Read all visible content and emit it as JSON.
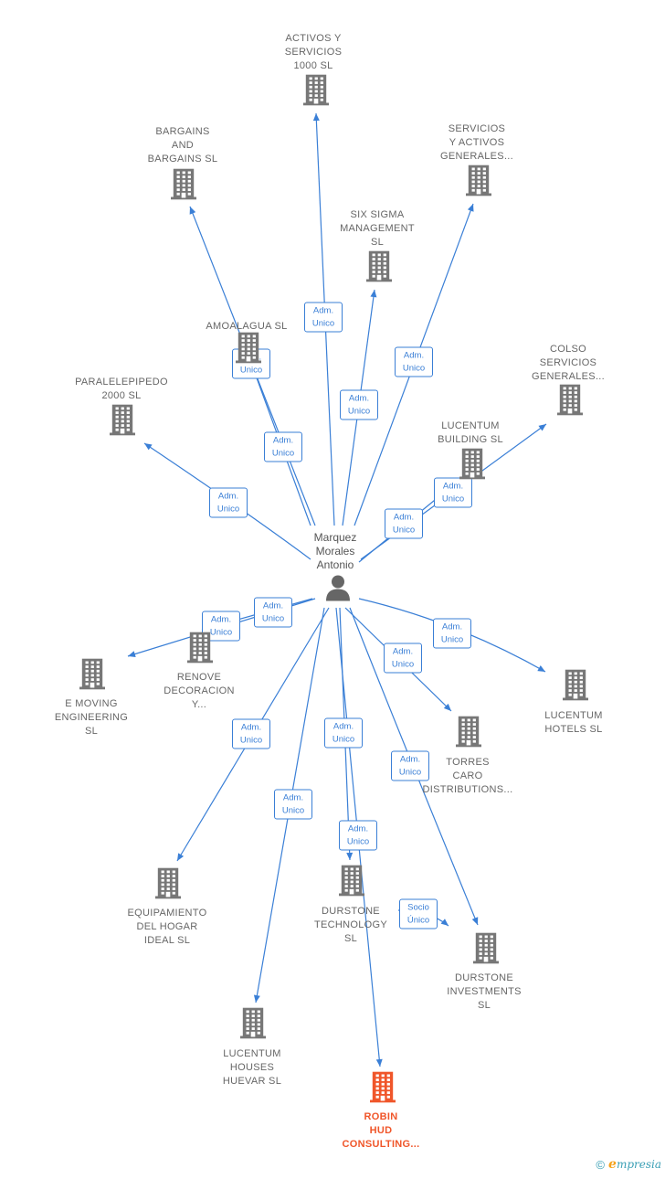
{
  "center": {
    "label": "Marquez\nMorales\nAntonio",
    "icon": "person-icon"
  },
  "nodes": [
    {
      "id": "activos",
      "label": "ACTIVOS Y\nSERVICIOS\n1000  SL",
      "icon": "building-icon"
    },
    {
      "id": "bargains",
      "label": "BARGAINS\nAND\nBARGAINS  SL",
      "icon": "building-icon"
    },
    {
      "id": "servicios_activos",
      "label": "SERVICIOS\nY ACTIVOS\nGENERALES...",
      "icon": "building-icon"
    },
    {
      "id": "six_sigma",
      "label": "SIX SIGMA\nMANAGEMENT\nSL",
      "icon": "building-icon"
    },
    {
      "id": "amoalagua",
      "label": "AMOALAGUA SL",
      "icon": "building-icon"
    },
    {
      "id": "paralelepipedo",
      "label": "PARALELEPIPEDO\n2000  SL",
      "icon": "building-icon"
    },
    {
      "id": "colso",
      "label": "COLSO\nSERVICIOS\nGENERALES...",
      "icon": "building-icon"
    },
    {
      "id": "lucentum_building",
      "label": "LUCENTUM\nBUILDING SL",
      "icon": "building-icon"
    },
    {
      "id": "renove",
      "label": "RENOVE\nDECORACION\nY...",
      "icon": "building-icon"
    },
    {
      "id": "emoving",
      "label": "E MOVING\nENGINEERING\nSL",
      "icon": "building-icon"
    },
    {
      "id": "lucentum_hotels",
      "label": "LUCENTUM\nHOTELS SL",
      "icon": "building-icon"
    },
    {
      "id": "torres_caro",
      "label": "TORRES\nCARO\nDISTRIBUTIONS...",
      "icon": "building-icon"
    },
    {
      "id": "equipamiento",
      "label": "EQUIPAMIENTO\nDEL HOGAR\nIDEAL  SL",
      "icon": "building-icon"
    },
    {
      "id": "durstone_tech",
      "label": "DURSTONE\nTECHNOLOGY\nSL",
      "icon": "building-icon"
    },
    {
      "id": "durstone_inv",
      "label": "DURSTONE\nINVESTMENTS\nSL",
      "icon": "building-icon"
    },
    {
      "id": "lucentum_houses",
      "label": "LUCENTUM\nHOUSES\nHUEVAR SL",
      "icon": "building-icon"
    },
    {
      "id": "robin_hud",
      "label": "ROBIN\nHUD\nCONSULTING...",
      "icon": "building-icon",
      "highlight": true
    }
  ],
  "edges": [
    {
      "label": "Adm.\nUnico"
    },
    {
      "label": "Adm.\nUnico"
    },
    {
      "label": "Adm.\nUnico"
    },
    {
      "label": "Adm.\nUnico"
    },
    {
      "label": "Adm.\nUnico"
    },
    {
      "label": "Adm.\nUnico"
    },
    {
      "label": "Adm.\nUnico"
    },
    {
      "label": "Adm.\nUnico"
    },
    {
      "label": "Adm.\nUnico"
    },
    {
      "label": "Adm.\nUnico"
    },
    {
      "label": "Adm.\nUnico"
    },
    {
      "label": "Adm.\nUnico"
    },
    {
      "label": "Adm.\nUnico"
    },
    {
      "label": "Adm.\nUnico"
    },
    {
      "label": "Adm.\nUnico"
    },
    {
      "label": "Adm.\nUnico"
    },
    {
      "label": "Adm.\nUnico"
    },
    {
      "label": "Socio\nÚnico"
    }
  ],
  "colors": {
    "edge": "#3a7fd6",
    "building": "#777777",
    "highlight": "#f0562a",
    "person": "#666666"
  },
  "footer": {
    "copyright": "©",
    "brand_initial": "e",
    "brand_rest": "mpresia"
  }
}
